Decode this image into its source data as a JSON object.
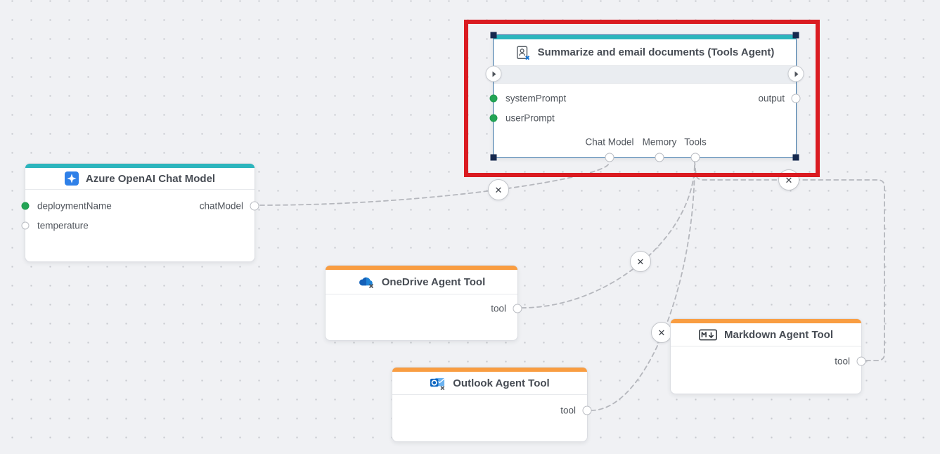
{
  "colors": {
    "teal_accent": "#2cb5bd",
    "orange_accent": "#f99d41",
    "selection_box_red": "#da1b21",
    "selected_node_border": "#3c74a6",
    "connected_port_green": "#23a455",
    "edge_gray": "#b5b7bd"
  },
  "nodes": [
    {
      "id": "tools-agent",
      "title": "Summarize and email documents (Tools Agent)",
      "icon": "agent-badge-icon",
      "selected": true,
      "inputs": [
        {
          "label": "systemPrompt",
          "connected": true
        },
        {
          "label": "userPrompt",
          "connected": true
        }
      ],
      "outputs": [
        {
          "label": "output",
          "connected": false
        }
      ],
      "anchors": [
        {
          "label": "Chat Model",
          "connected": true
        },
        {
          "label": "Memory",
          "connected": false
        },
        {
          "label": "Tools",
          "connected": true
        }
      ]
    },
    {
      "id": "azure-openai-chat-model",
      "title": "Azure OpenAI Chat Model",
      "icon": "azure-openai-icon",
      "selected": false,
      "inputs": [
        {
          "label": "deploymentName",
          "connected": true
        },
        {
          "label": "temperature",
          "connected": false
        }
      ],
      "outputs": [
        {
          "label": "chatModel",
          "connected": true
        }
      ]
    },
    {
      "id": "onedrive-agent-tool",
      "title": "OneDrive Agent Tool",
      "icon": "onedrive-icon",
      "selected": false,
      "outputs": [
        {
          "label": "tool",
          "connected": true
        }
      ]
    },
    {
      "id": "outlook-agent-tool",
      "title": "Outlook Agent Tool",
      "icon": "outlook-icon",
      "selected": false,
      "outputs": [
        {
          "label": "tool",
          "connected": true
        }
      ]
    },
    {
      "id": "markdown-agent-tool",
      "title": "Markdown Agent Tool",
      "icon": "markdown-icon",
      "selected": false,
      "outputs": [
        {
          "label": "tool",
          "connected": true
        }
      ]
    }
  ],
  "edges": [
    {
      "from": "Azure OpenAI Chat Model / chatModel",
      "to": "Tools Agent / Chat Model",
      "delete_icon": "✕"
    },
    {
      "from": "OneDrive Agent Tool / tool",
      "to": "Tools Agent / Tools",
      "delete_icon": "✕"
    },
    {
      "from": "Outlook Agent Tool / tool",
      "to": "Tools Agent / Tools",
      "delete_icon": "✕"
    },
    {
      "from": "Markdown Agent Tool / tool",
      "to": "Tools Agent / Tools",
      "delete_icon": "✕"
    }
  ]
}
